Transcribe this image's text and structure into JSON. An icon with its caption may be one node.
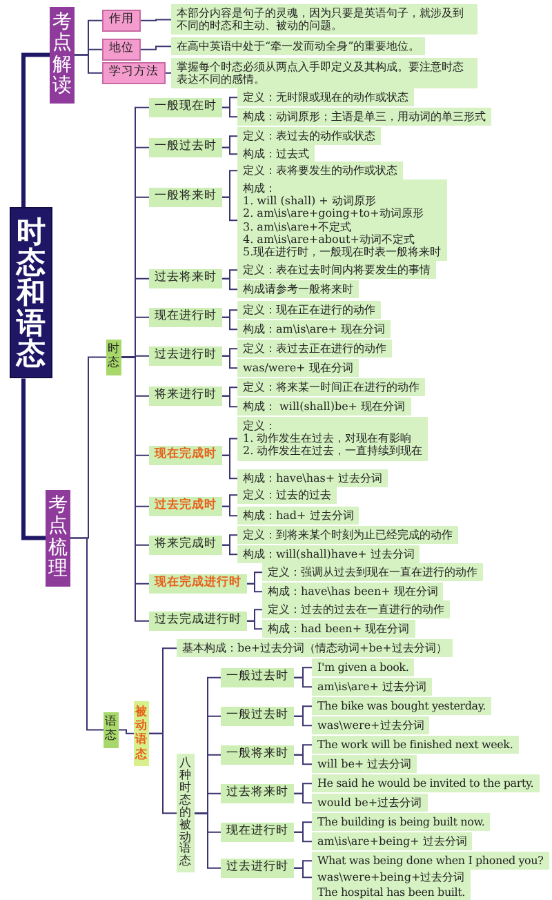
{
  "diagram": {
    "nodes": [
      {
        "text": [
          "时态和语态"
        ]
      },
      {
        "text": [
          "考点解读"
        ]
      },
      {
        "text": [
          "作用"
        ]
      },
      {
        "text": [
          "本部分内容是句子的灵魂，因为只要是英语句子，就涉及到不同的时态和主动、被动的问题。"
        ]
      },
      {
        "text": [
          "地位"
        ]
      },
      {
        "text": [
          "在高中英语中处于“牵一发而动全身”的重要地位。"
        ]
      },
      {
        "text": [
          "学习方法"
        ]
      },
      {
        "text": [
          "掌握每个时态必须从两点入手即定义及其构成。要注意时态表达不同的感情。"
        ]
      },
      {
        "text": [
          "考点梳理"
        ]
      },
      {
        "text": [
          "时态"
        ]
      },
      {
        "text": [
          "一般现在时"
        ]
      },
      {
        "text": [
          "定义：无时限或现在的动作或状态"
        ]
      },
      {
        "text": [
          "构成：动词原形；主语是单三，用动词的单三形式"
        ]
      },
      {
        "text": [
          "一般过去时"
        ]
      },
      {
        "text": [
          "定义：表过去的动作或状态"
        ]
      },
      {
        "text": [
          "构成：过去式"
        ]
      },
      {
        "text": [
          "一般将来时"
        ]
      },
      {
        "text": [
          "定义：表将要发生的动作或状态"
        ]
      },
      {
        "text": [
          "构成：",
          "1. will (shall) + 动词原形",
          "2. am\\is\\are+going+to+动词原形",
          "3. am\\is\\are+不定式",
          "4. am\\is\\are+about+动词不定式",
          "5.现在进行时，一般现在时表一般将来时"
        ]
      },
      {
        "text": [
          "过去将来时"
        ]
      },
      {
        "text": [
          "定义：表在过去时间内将要发生的事情"
        ]
      },
      {
        "text": [
          "构成请参考一般将来时"
        ]
      },
      {
        "text": [
          "现在进行时"
        ]
      },
      {
        "text": [
          "定义：现在正在进行的动作"
        ]
      },
      {
        "text": [
          "构成：am\\is\\are+ 现在分词"
        ]
      },
      {
        "text": [
          "过去进行时"
        ]
      },
      {
        "text": [
          "定义：表过去正在进行的动作"
        ]
      },
      {
        "text": [
          "was/were+ 现在分词"
        ]
      },
      {
        "text": [
          "将来进行时"
        ]
      },
      {
        "text": [
          "定义：将来某一时间正在进行的动作"
        ]
      },
      {
        "text": [
          "构成： will(shall)be+ 现在分词"
        ]
      },
      {
        "text": [
          "现在完成时"
        ]
      },
      {
        "text": [
          "定义：",
          "1. 动作发生在过去，对现在有影响",
          "2. 动作发生在过去，一直持续到现在"
        ]
      },
      {
        "text": [
          "构成：have\\has+ 过去分词"
        ]
      },
      {
        "text": [
          "过去完成时"
        ]
      },
      {
        "text": [
          "定义：过去的过去"
        ]
      },
      {
        "text": [
          "构成：had+ 过去分词"
        ]
      },
      {
        "text": [
          "将来完成时"
        ]
      },
      {
        "text": [
          "定义：到将来某个时刻为止已经完成的动作"
        ]
      },
      {
        "text": [
          "构成：will(shall)have+ 过去分词"
        ]
      },
      {
        "text": [
          "现在完成进行时"
        ]
      },
      {
        "text": [
          "定义：强调从过去到现在一直在进行的动作"
        ]
      },
      {
        "text": [
          "构成：have\\has been+ 现在分词"
        ]
      },
      {
        "text": [
          "过去完成进行时"
        ]
      },
      {
        "text": [
          "定义：过去的过去在一直进行的动作"
        ]
      },
      {
        "text": [
          "构成：had been+ 现在分词"
        ]
      },
      {
        "text": [
          "语态"
        ]
      },
      {
        "text": [
          "被动语态"
        ]
      },
      {
        "text": [
          "基本构成：be+过去分词（情态动词+be+过去分词）"
        ]
      },
      {
        "text": [
          "八种时态的被动语态"
        ]
      },
      {
        "text": [
          "一般过去时"
        ]
      },
      {
        "text": [
          "I'm given a book."
        ]
      },
      {
        "text": [
          "am\\is\\are+ 过去分词"
        ]
      },
      {
        "text": [
          "一般过去时"
        ]
      },
      {
        "text": [
          "The bike was bought yesterday."
        ]
      },
      {
        "text": [
          "was\\were+过去分词"
        ]
      },
      {
        "text": [
          "一般将来时"
        ]
      },
      {
        "text": [
          "The work will be finished next week."
        ]
      },
      {
        "text": [
          "will be+ 过去分词"
        ]
      },
      {
        "text": [
          "过去将来时"
        ]
      },
      {
        "text": [
          "He said he would be invited to the party."
        ]
      },
      {
        "text": [
          "would be+过去分词"
        ]
      },
      {
        "text": [
          "现在进行时"
        ]
      },
      {
        "text": [
          "The building is being built now."
        ]
      },
      {
        "text": [
          "am\\is\\are+being+ 过去分词"
        ]
      },
      {
        "text": [
          "过去进行时"
        ]
      },
      {
        "text": [
          "What was being done when I phoned you?"
        ]
      },
      {
        "text": [
          "was\\were+being+过去分词"
        ]
      },
      {
        "text": [
          "The hospital has been built."
        ]
      }
    ],
    "edges": [
      {
        "from": 0,
        "to": 1,
        "arrow": "none",
        "style": "thick"
      },
      {
        "from": 0,
        "to": 8,
        "arrow": "none",
        "style": "thick"
      },
      {
        "from": 1,
        "to": 2,
        "arrow": "none"
      },
      {
        "from": 1,
        "to": 4,
        "arrow": "none"
      },
      {
        "from": 1,
        "to": 6,
        "arrow": "none"
      },
      {
        "from": 2,
        "to": 3,
        "arrow": "none"
      },
      {
        "from": 4,
        "to": 5,
        "arrow": "none"
      },
      {
        "from": 6,
        "to": 7,
        "arrow": "none"
      },
      {
        "from": 8,
        "to": 9,
        "arrow": "none"
      },
      {
        "from": 8,
        "to": 46,
        "arrow": "none"
      },
      {
        "from": 9,
        "to": 10,
        "arrow": "none"
      },
      {
        "from": 9,
        "to": 13,
        "arrow": "none"
      },
      {
        "from": 9,
        "to": 16,
        "arrow": "none"
      },
      {
        "from": 9,
        "to": 19,
        "arrow": "none"
      },
      {
        "from": 9,
        "to": 22,
        "arrow": "none"
      },
      {
        "from": 9,
        "to": 25,
        "arrow": "none"
      },
      {
        "from": 9,
        "to": 28,
        "arrow": "none"
      },
      {
        "from": 9,
        "to": 31,
        "arrow": "none"
      },
      {
        "from": 9,
        "to": 34,
        "arrow": "none"
      },
      {
        "from": 9,
        "to": 37,
        "arrow": "none"
      },
      {
        "from": 9,
        "to": 40,
        "arrow": "none"
      },
      {
        "from": 9,
        "to": 43,
        "arrow": "none"
      },
      {
        "from": 10,
        "to": 11,
        "arrow": "none"
      },
      {
        "from": 10,
        "to": 12,
        "arrow": "none"
      },
      {
        "from": 13,
        "to": 14,
        "arrow": "none"
      },
      {
        "from": 13,
        "to": 15,
        "arrow": "none"
      },
      {
        "from": 16,
        "to": 17,
        "arrow": "none"
      },
      {
        "from": 16,
        "to": 18,
        "arrow": "none"
      },
      {
        "from": 19,
        "to": 20,
        "arrow": "none"
      },
      {
        "from": 19,
        "to": 21,
        "arrow": "none"
      },
      {
        "from": 22,
        "to": 23,
        "arrow": "none"
      },
      {
        "from": 22,
        "to": 24,
        "arrow": "none"
      },
      {
        "from": 25,
        "to": 26,
        "arrow": "none"
      },
      {
        "from": 25,
        "to": 27,
        "arrow": "none"
      },
      {
        "from": 28,
        "to": 29,
        "arrow": "none"
      },
      {
        "from": 28,
        "to": 30,
        "arrow": "none"
      },
      {
        "from": 31,
        "to": 32,
        "arrow": "none"
      },
      {
        "from": 31,
        "to": 33,
        "arrow": "none"
      },
      {
        "from": 34,
        "to": 35,
        "arrow": "none"
      },
      {
        "from": 34,
        "to": 36,
        "arrow": "none"
      },
      {
        "from": 37,
        "to": 38,
        "arrow": "none"
      },
      {
        "from": 37,
        "to": 39,
        "arrow": "none"
      },
      {
        "from": 40,
        "to": 41,
        "arrow": "none"
      },
      {
        "from": 40,
        "to": 42,
        "arrow": "none"
      },
      {
        "from": 43,
        "to": 44,
        "arrow": "none"
      },
      {
        "from": 43,
        "to": 45,
        "arrow": "none"
      },
      {
        "from": 46,
        "to": 47,
        "arrow": "none"
      },
      {
        "from": 47,
        "to": 48,
        "arrow": "none"
      },
      {
        "from": 47,
        "to": 49,
        "arrow": "none"
      },
      {
        "from": 49,
        "to": 50,
        "arrow": "none"
      },
      {
        "from": 49,
        "to": 53,
        "arrow": "none"
      },
      {
        "from": 49,
        "to": 56,
        "arrow": "none"
      },
      {
        "from": 49,
        "to": 59,
        "arrow": "none"
      },
      {
        "from": 49,
        "to": 62,
        "arrow": "none"
      },
      {
        "from": 49,
        "to": 65,
        "arrow": "none"
      },
      {
        "from": 50,
        "to": 51,
        "arrow": "none"
      },
      {
        "from": 50,
        "to": 52,
        "arrow": "none"
      },
      {
        "from": 53,
        "to": 54,
        "arrow": "none"
      },
      {
        "from": 53,
        "to": 55,
        "arrow": "none"
      },
      {
        "from": 56,
        "to": 57,
        "arrow": "none"
      },
      {
        "from": 56,
        "to": 58,
        "arrow": "none"
      },
      {
        "from": 59,
        "to": 60,
        "arrow": "none"
      },
      {
        "from": 59,
        "to": 61,
        "arrow": "none"
      },
      {
        "from": 62,
        "to": 63,
        "arrow": "none"
      },
      {
        "from": 62,
        "to": 64,
        "arrow": "none"
      },
      {
        "from": 65,
        "to": 66,
        "arrow": "none"
      },
      {
        "from": 65,
        "to": 67,
        "arrow": "none"
      }
    ]
  }
}
